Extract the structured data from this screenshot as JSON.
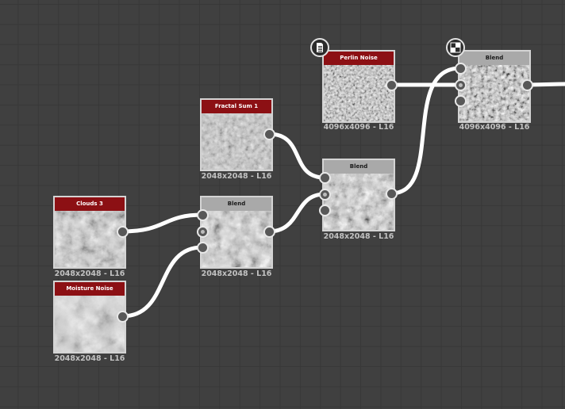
{
  "nodes": {
    "clouds3": {
      "title": "Clouds 3",
      "resolution": "2048x2048 - L16"
    },
    "moisture_noise": {
      "title": "Moisture Noise",
      "resolution": "2048x2048 - L16"
    },
    "fractal_sum_1": {
      "title": "Fractal Sum 1",
      "resolution": "2048x2048 - L16"
    },
    "blend_1": {
      "title": "Blend",
      "resolution": "2048x2048 - L16"
    },
    "blend_2": {
      "title": "Blend",
      "resolution": "2048x2048 - L16"
    },
    "perlin_noise": {
      "title": "Perlin Noise",
      "resolution": "4096x4096 - L16"
    },
    "blend_3": {
      "title": "Blend",
      "resolution": "4096x4096 - L16"
    }
  },
  "badges": {
    "perlin_noise": "document-icon",
    "blend_3": "checker-icon"
  },
  "colors": {
    "canvas": "#404040",
    "grid": "#383838",
    "generator_header": "#8c1014",
    "filter_header": "#a9a9a9",
    "wire": "#ffffff",
    "resolution_text": "#c2c2c2"
  }
}
